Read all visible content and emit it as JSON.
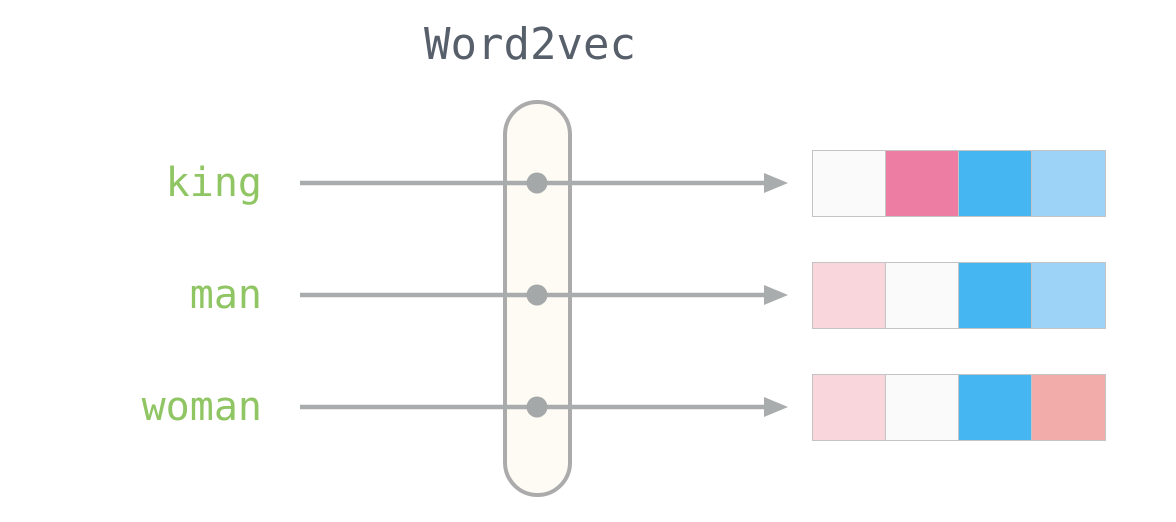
{
  "title": "Word2vec",
  "words": [
    {
      "label": "king",
      "vector_colors": [
        "#fafafa",
        "#ee7da3",
        "#45b6f1",
        "#9ed3f8"
      ]
    },
    {
      "label": "man",
      "vector_colors": [
        "#f9d5dc",
        "#fafafa",
        "#45b6f1",
        "#9ed3f8"
      ]
    },
    {
      "label": "woman",
      "vector_colors": [
        "#f9d5dc",
        "#fafafa",
        "#45b6f1",
        "#f2adaa"
      ]
    }
  ],
  "colors": {
    "word_label_green": "#8fc563",
    "title_text": "#575f6b",
    "arrow_gray": "#a9acac",
    "dot_gray": "#a4a8a8",
    "pill_fill": "#fdfbf4",
    "pill_border": "#ababab",
    "cell_border": "#c4c4c4"
  }
}
